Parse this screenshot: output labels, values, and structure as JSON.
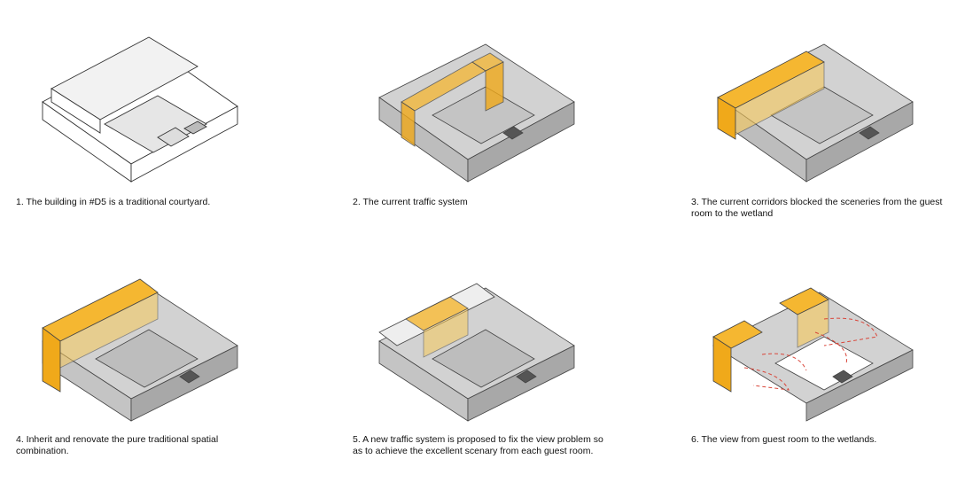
{
  "panels": [
    {
      "caption": "1. The building in #D5 is a traditional courtyard."
    },
    {
      "caption": "2. The current traffic system"
    },
    {
      "caption": "3. The current corridors blocked the sceneries from the guest room to the wetland"
    },
    {
      "caption": "4. Inherit and renovate the pure traditional spatial combination."
    },
    {
      "caption": "5. A new traffic system is proposed to fix the view problem so as to achieve the excellent scenary from each guest room."
    },
    {
      "caption": "6. The view from guest room to the wetlands."
    }
  ],
  "colors": {
    "highlight": "#f5b731",
    "mass": "#c9c9c9",
    "stroke": "#333333",
    "view_line": "#d9463a"
  }
}
